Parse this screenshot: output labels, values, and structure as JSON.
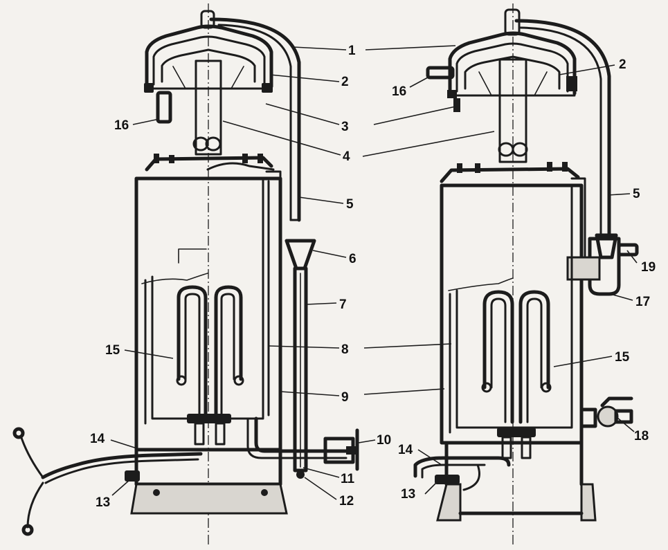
{
  "figure": {
    "left_callouts": {
      "n1": "1",
      "n2": "2",
      "n3": "3",
      "n4": "4",
      "n5": "5",
      "n6": "6",
      "n7": "7",
      "n8": "8",
      "n9": "9",
      "n10": "10",
      "n11": "11",
      "n12": "12",
      "n13": "13",
      "n14": "14",
      "n15": "15",
      "n16": "16"
    },
    "right_callouts": {
      "n2": "2",
      "n5": "5",
      "n13": "13",
      "n14": "14",
      "n15": "15",
      "n16": "16",
      "n17": "17",
      "n18": "18",
      "n19": "19"
    }
  }
}
